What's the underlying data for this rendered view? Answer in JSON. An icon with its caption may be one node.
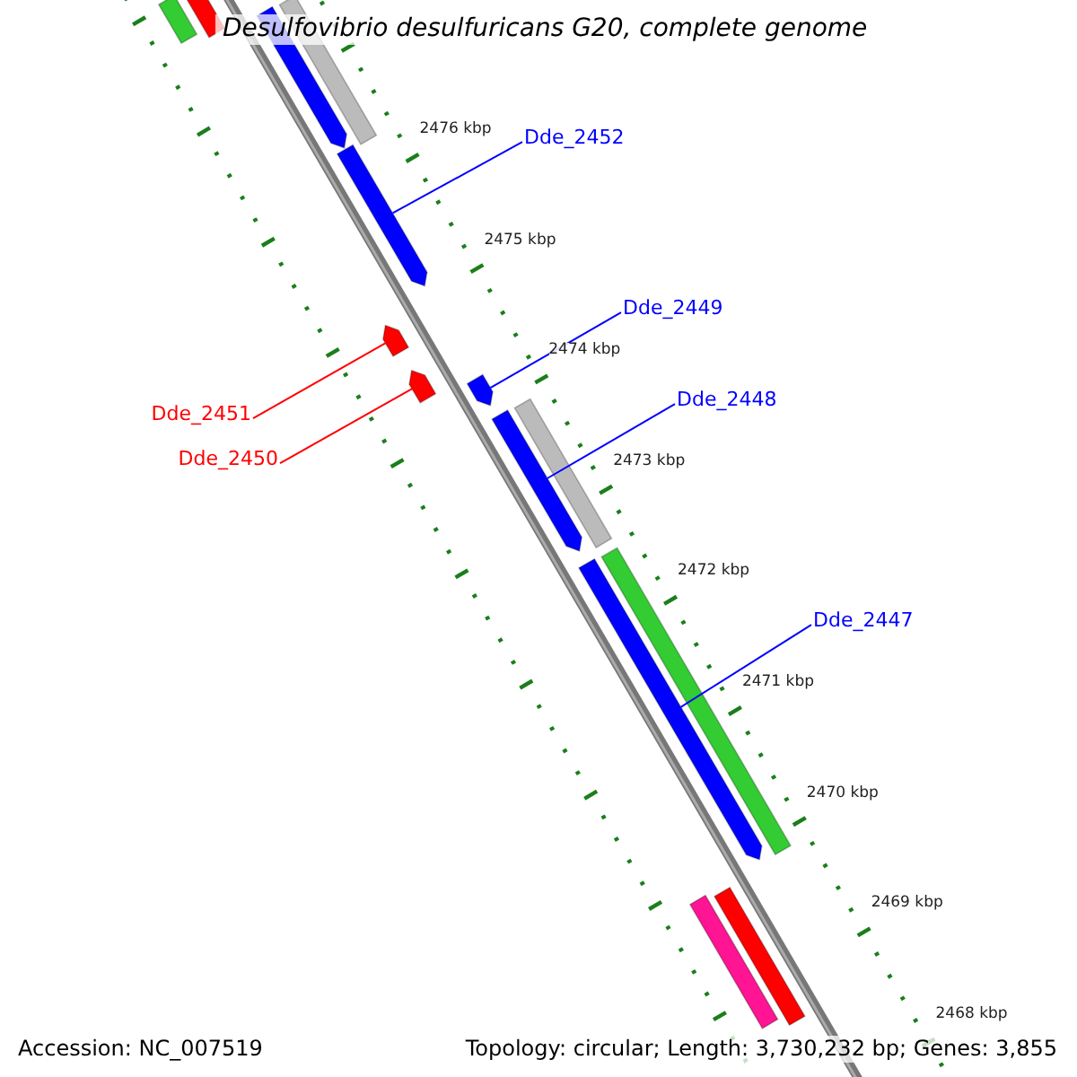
{
  "diagram": {
    "title": "Desulfovibrio desulfuricans G20, complete genome",
    "nodes": [
      {
        "text": [
          "Dde_2452"
        ]
      },
      {
        "text": [
          "Dde_2449"
        ]
      },
      {
        "text": [
          "Dde_2448"
        ]
      },
      {
        "text": [
          "Dde_2447"
        ]
      },
      {
        "text": [
          "Dde_2451"
        ]
      },
      {
        "text": [
          "Dde_2450"
        ]
      },
      {
        "text": [],
        "shape": "bar"
      },
      {
        "text": [],
        "shape": "bar"
      },
      {
        "text": [],
        "shape": "bar"
      },
      {
        "text": [],
        "shape": "bar"
      },
      {
        "text": [],
        "shape": "bar"
      },
      {
        "text": [],
        "shape": "bar"
      },
      {
        "text": [],
        "shape": "bar"
      },
      {
        "text": [],
        "shape": "bar"
      },
      {
        "text": [],
        "shape": "bar"
      },
      {
        "text": [],
        "shape": "bar"
      },
      {
        "text": [],
        "shape": "bar"
      },
      {
        "text": [],
        "shape": "bar"
      },
      {
        "text": [],
        "shape": "bar"
      },
      {
        "text": [],
        "shape": "bar"
      }
    ],
    "edges": [
      {
        "from": 0,
        "to": 6,
        "arrow": "none"
      },
      {
        "from": 1,
        "to": 7,
        "arrow": "none"
      },
      {
        "from": 2,
        "to": 8,
        "arrow": "none"
      },
      {
        "from": 3,
        "to": 9,
        "arrow": "none"
      },
      {
        "from": 4,
        "to": 10,
        "arrow": "none",
        "color": "#ff0000"
      },
      {
        "from": 5,
        "to": 11,
        "arrow": "none",
        "color": "#ff0000"
      }
    ],
    "labels": [
      "2476 kbp",
      "2475 kbp",
      "2474 kbp",
      "2473 kbp",
      "2472 kbp",
      "2471 kbp",
      "2470 kbp",
      "2469 kbp",
      "2468 kbp",
      "Accession: NC_007519",
      "Topology: circular; Length: 3,730,232 bp; Genes: 3,855"
    ]
  }
}
